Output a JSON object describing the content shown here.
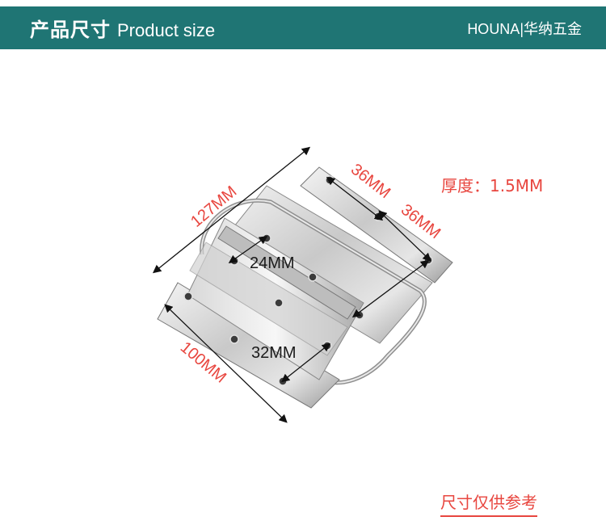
{
  "header": {
    "title_cn": "产品尺寸",
    "title_en": "Product size",
    "brand": "HOUNA|华纳五金"
  },
  "dimensions": {
    "length_127": "127MM",
    "width_100": "100MM",
    "top_36_a": "36MM",
    "top_36_b": "36MM",
    "hole_24": "24MM",
    "hole_32": "32MM",
    "thickness": "厚度：1.5MM"
  },
  "note": "尺寸仅供参考",
  "colors": {
    "header_bg": "#1f7574",
    "dimension_red": "#e8463f"
  }
}
